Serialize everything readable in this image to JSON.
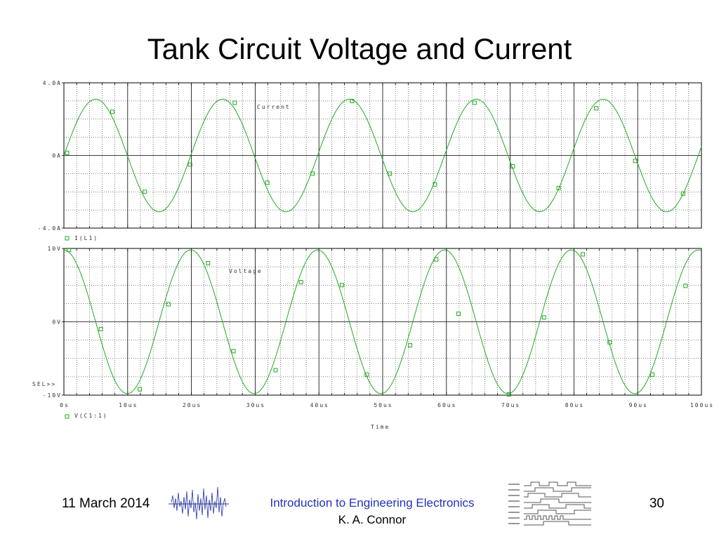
{
  "slide": {
    "title": "Tank Circuit Voltage and Current",
    "date": "11 March 2014",
    "course": "Introduction to Engineering Electronics",
    "author": "K. A. Connor",
    "page": "30"
  },
  "colors": {
    "trace": "#22aa22",
    "grid": "#000000",
    "course_text": "#2233bb"
  },
  "chart_data": [
    {
      "type": "line",
      "annotation": "Current",
      "legend": "I(L1)",
      "ylim": [
        -4.0,
        4.0
      ],
      "yticks": [
        {
          "value": 4.0,
          "label": "4.0A"
        },
        {
          "value": 0,
          "label": "0A"
        },
        {
          "value": -4.0,
          "label": "-4.0A"
        }
      ],
      "xlim": [
        0,
        100
      ],
      "amplitude": 3.1,
      "period_us": 19.9,
      "form": "sine",
      "series": [
        {
          "values": [
            [
              0.5,
              0.14
            ],
            [
              7.6,
              2.4
            ],
            [
              12.7,
              -2.0
            ],
            [
              19.8,
              -0.5
            ],
            [
              26.8,
              2.9
            ],
            [
              31.9,
              -1.5
            ],
            [
              39.0,
              -1.0
            ],
            [
              45.2,
              3.0
            ],
            [
              51.1,
              -1.0
            ],
            [
              58.2,
              -1.6
            ],
            [
              64.4,
              2.9
            ],
            [
              70.4,
              -0.6
            ],
            [
              77.6,
              -1.8
            ],
            [
              83.5,
              2.6
            ],
            [
              89.6,
              -0.3
            ],
            [
              97.1,
              -2.1
            ]
          ]
        }
      ]
    },
    {
      "type": "line",
      "annotation": "Voltage",
      "legend": "V(C1:1)",
      "ylim": [
        -10,
        10
      ],
      "yticks": [
        {
          "value": 10,
          "label": "10V"
        },
        {
          "value": 0,
          "label": "0V"
        },
        {
          "value": -10,
          "label": "-10V"
        }
      ],
      "sel_label": "SEL>>",
      "xlim": [
        0,
        100
      ],
      "xticks": [
        {
          "value": 0,
          "label": "0s"
        },
        {
          "value": 10,
          "label": "10us"
        },
        {
          "value": 20,
          "label": "20us"
        },
        {
          "value": 30,
          "label": "30us"
        },
        {
          "value": 40,
          "label": "40us"
        },
        {
          "value": 50,
          "label": "50us"
        },
        {
          "value": 60,
          "label": "60us"
        },
        {
          "value": 70,
          "label": "70us"
        },
        {
          "value": 80,
          "label": "80us"
        },
        {
          "value": 90,
          "label": "90us"
        },
        {
          "value": 100,
          "label": "100us"
        }
      ],
      "xlabel": "Time",
      "amplitude": 9.8,
      "period_us": 19.9,
      "form": "cosine",
      "series": [
        {
          "values": [
            [
              0.8,
              9.8
            ],
            [
              5.8,
              -1.0
            ],
            [
              11.9,
              -9.2
            ],
            [
              16.4,
              2.4
            ],
            [
              22.6,
              8.0
            ],
            [
              26.6,
              -4.0
            ],
            [
              33.2,
              -6.6
            ],
            [
              37.2,
              5.4
            ],
            [
              43.6,
              5.0
            ],
            [
              47.5,
              -7.2
            ],
            [
              54.3,
              -3.2
            ],
            [
              58.4,
              8.5
            ],
            [
              61.9,
              1.1
            ],
            [
              69.8,
              -9.9
            ],
            [
              75.3,
              0.6
            ],
            [
              81.4,
              9.2
            ],
            [
              85.6,
              -2.8
            ],
            [
              92.3,
              -7.2
            ],
            [
              97.5,
              4.9
            ]
          ]
        }
      ]
    }
  ]
}
